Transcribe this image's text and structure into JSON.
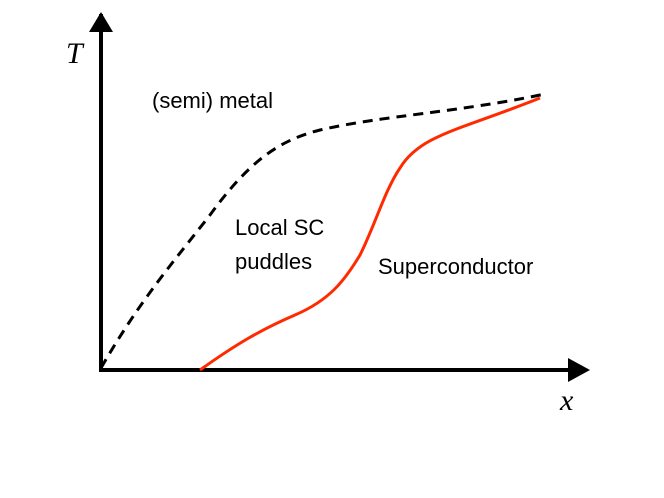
{
  "axes": {
    "x_symbol": "x",
    "y_symbol": "T"
  },
  "regions": {
    "metal": "(semi) metal",
    "puddles_line1": "Local SC",
    "puddles_line2": "puddles",
    "superconductor": "Superconductor"
  },
  "curves": {
    "crossover": {
      "style": "dashed",
      "color": "#000000"
    },
    "superconducting_transition": {
      "style": "solid",
      "color": "#ff2a00"
    }
  },
  "colors": {
    "axes": "#000000",
    "background": "#ffffff"
  }
}
